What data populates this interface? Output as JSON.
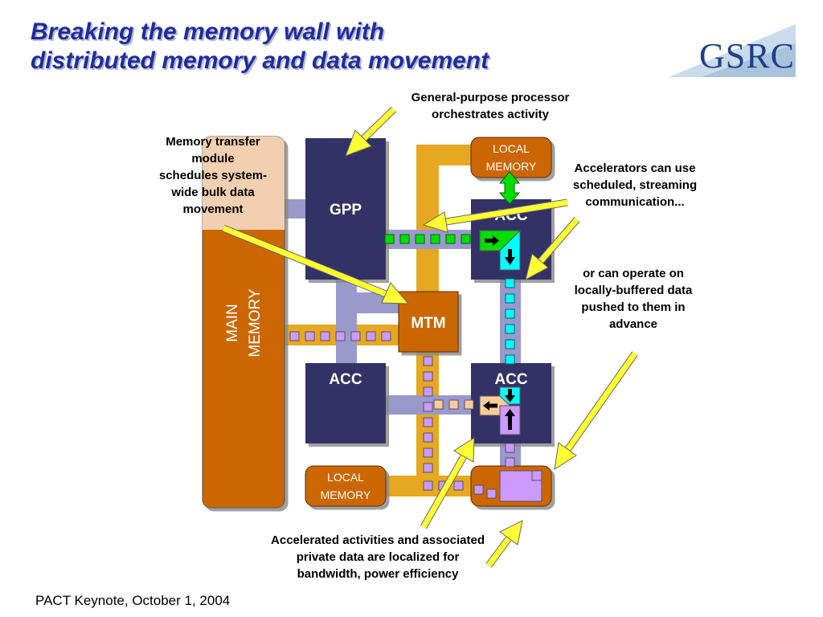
{
  "slide": {
    "title_line1": "Breaking the memory wall with",
    "title_line2": "distributed memory and data movement",
    "footer": "PACT Keynote, October 1, 2004"
  },
  "logo": {
    "text": "GSRC",
    "icon": "gsrc-logo"
  },
  "blocks": {
    "main_memory_line1": "MAIN",
    "main_memory_line2": "MEMORY",
    "gpp": "GPP",
    "mtm": "MTM",
    "acc_top_right": "ACC",
    "acc_bottom_left": "ACC",
    "acc_bottom_right": "ACC",
    "local_memory_top_line1": "LOCAL",
    "local_memory_top_line2": "MEMORY",
    "local_memory_bottom_line1": "LOCAL",
    "local_memory_bottom_line2": "MEMORY"
  },
  "annotations": {
    "gpp_note": [
      "General-purpose processor",
      "orchestrates activity"
    ],
    "mtm_note": [
      "Memory transfer",
      "module",
      "schedules system-",
      "wide bulk data",
      "movement"
    ],
    "streaming_note": [
      "Accelerators can use",
      "scheduled, streaming",
      "communication..."
    ],
    "buffered_note": [
      "or can operate on",
      "locally-buffered data",
      "pushed to them in",
      "advance"
    ],
    "localized_note": [
      "Accelerated activities and associated",
      "private data are localized for",
      "bandwidth, power efficiency"
    ]
  },
  "colors": {
    "title": "#1f2c9e",
    "block_navy": "#333366",
    "block_orange": "#cc6600",
    "bus_gold": "#e6a820",
    "bus_lavender": "#9999cc",
    "pointer_yellow": "#ffff33",
    "packet_green": "#00dd00",
    "packet_cyan": "#00ffff",
    "packet_violet": "#cc99ff",
    "packet_peach": "#ffcc99"
  }
}
